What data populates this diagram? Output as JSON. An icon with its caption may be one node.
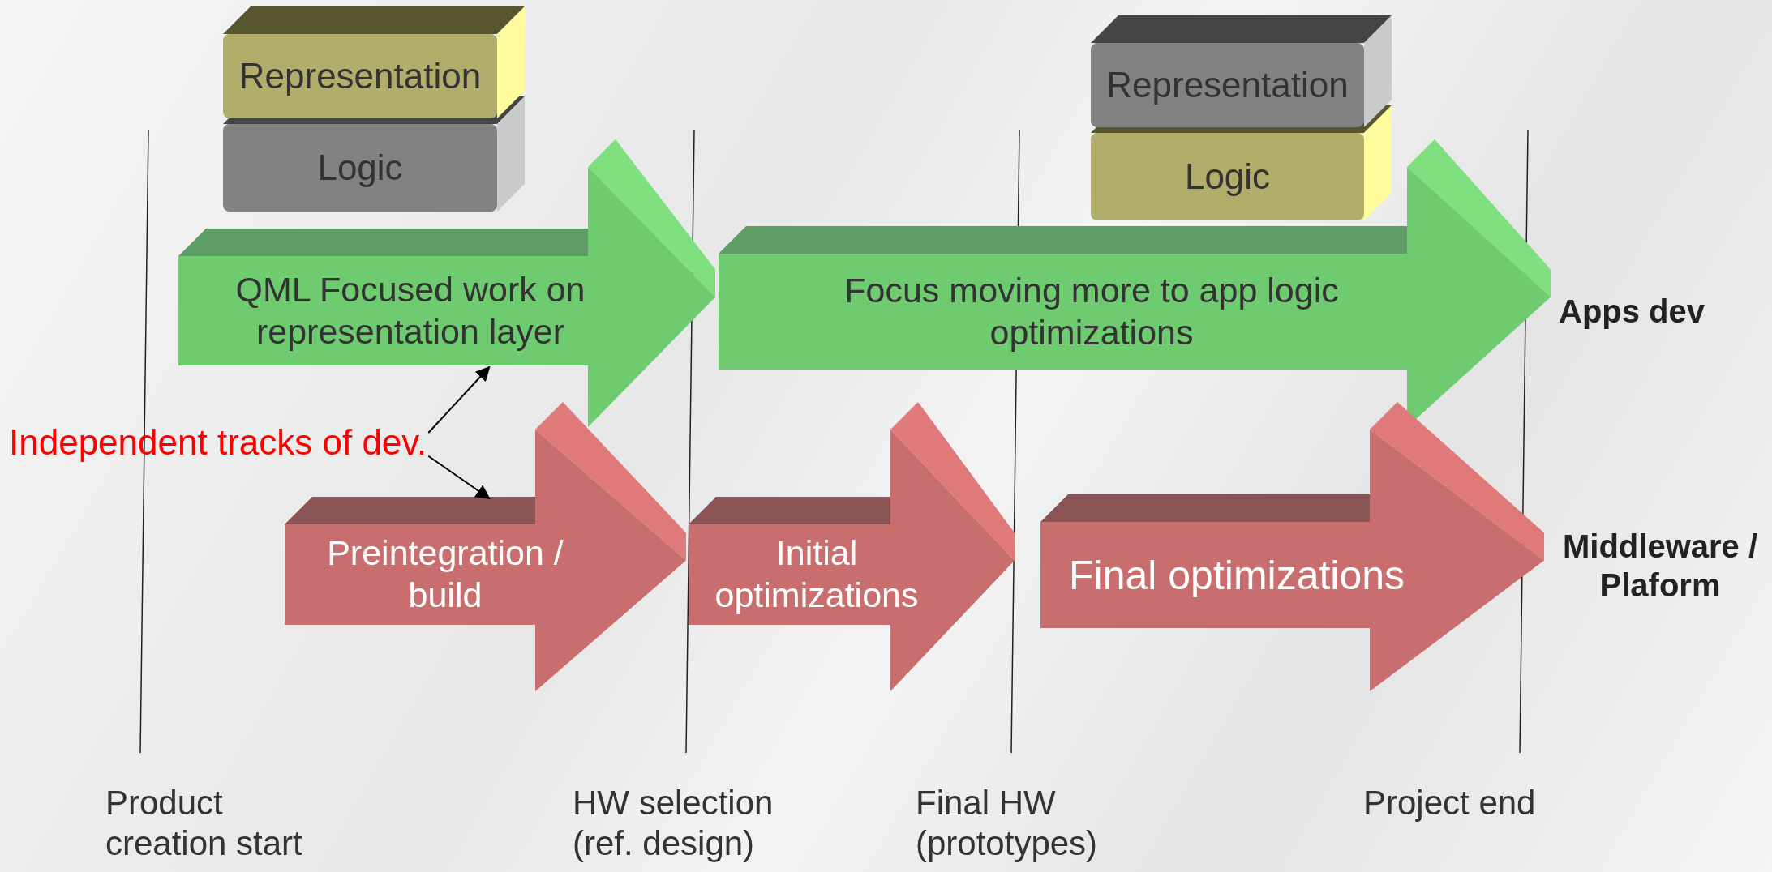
{
  "diagram": {
    "nodes": [
      {
        "text": [
          "Representation"
        ]
      },
      {
        "text": [
          "Logic"
        ]
      },
      {
        "text": [
          "Representation"
        ]
      },
      {
        "text": [
          "Logic"
        ]
      },
      {
        "text": [
          "QML Focused work on representation layer"
        ]
      },
      {
        "text": [
          "Focus moving more to app logic optimizations"
        ]
      },
      {
        "text": [
          "Independent tracks of dev."
        ]
      },
      {
        "text": [
          "Preintegration / build"
        ]
      },
      {
        "text": [
          "Initial optimizations"
        ]
      },
      {
        "text": [
          "Final optimizations"
        ]
      }
    ],
    "edges": [
      {
        "from": 6,
        "to": 4,
        "arrow": "to"
      },
      {
        "from": 6,
        "to": 7,
        "arrow": "to"
      }
    ],
    "labels": [
      "Apps dev",
      "Middleware / Plaform",
      "Product creation start",
      "HW selection (ref. design)",
      "Final HW (prototypes)",
      "Project end"
    ]
  }
}
